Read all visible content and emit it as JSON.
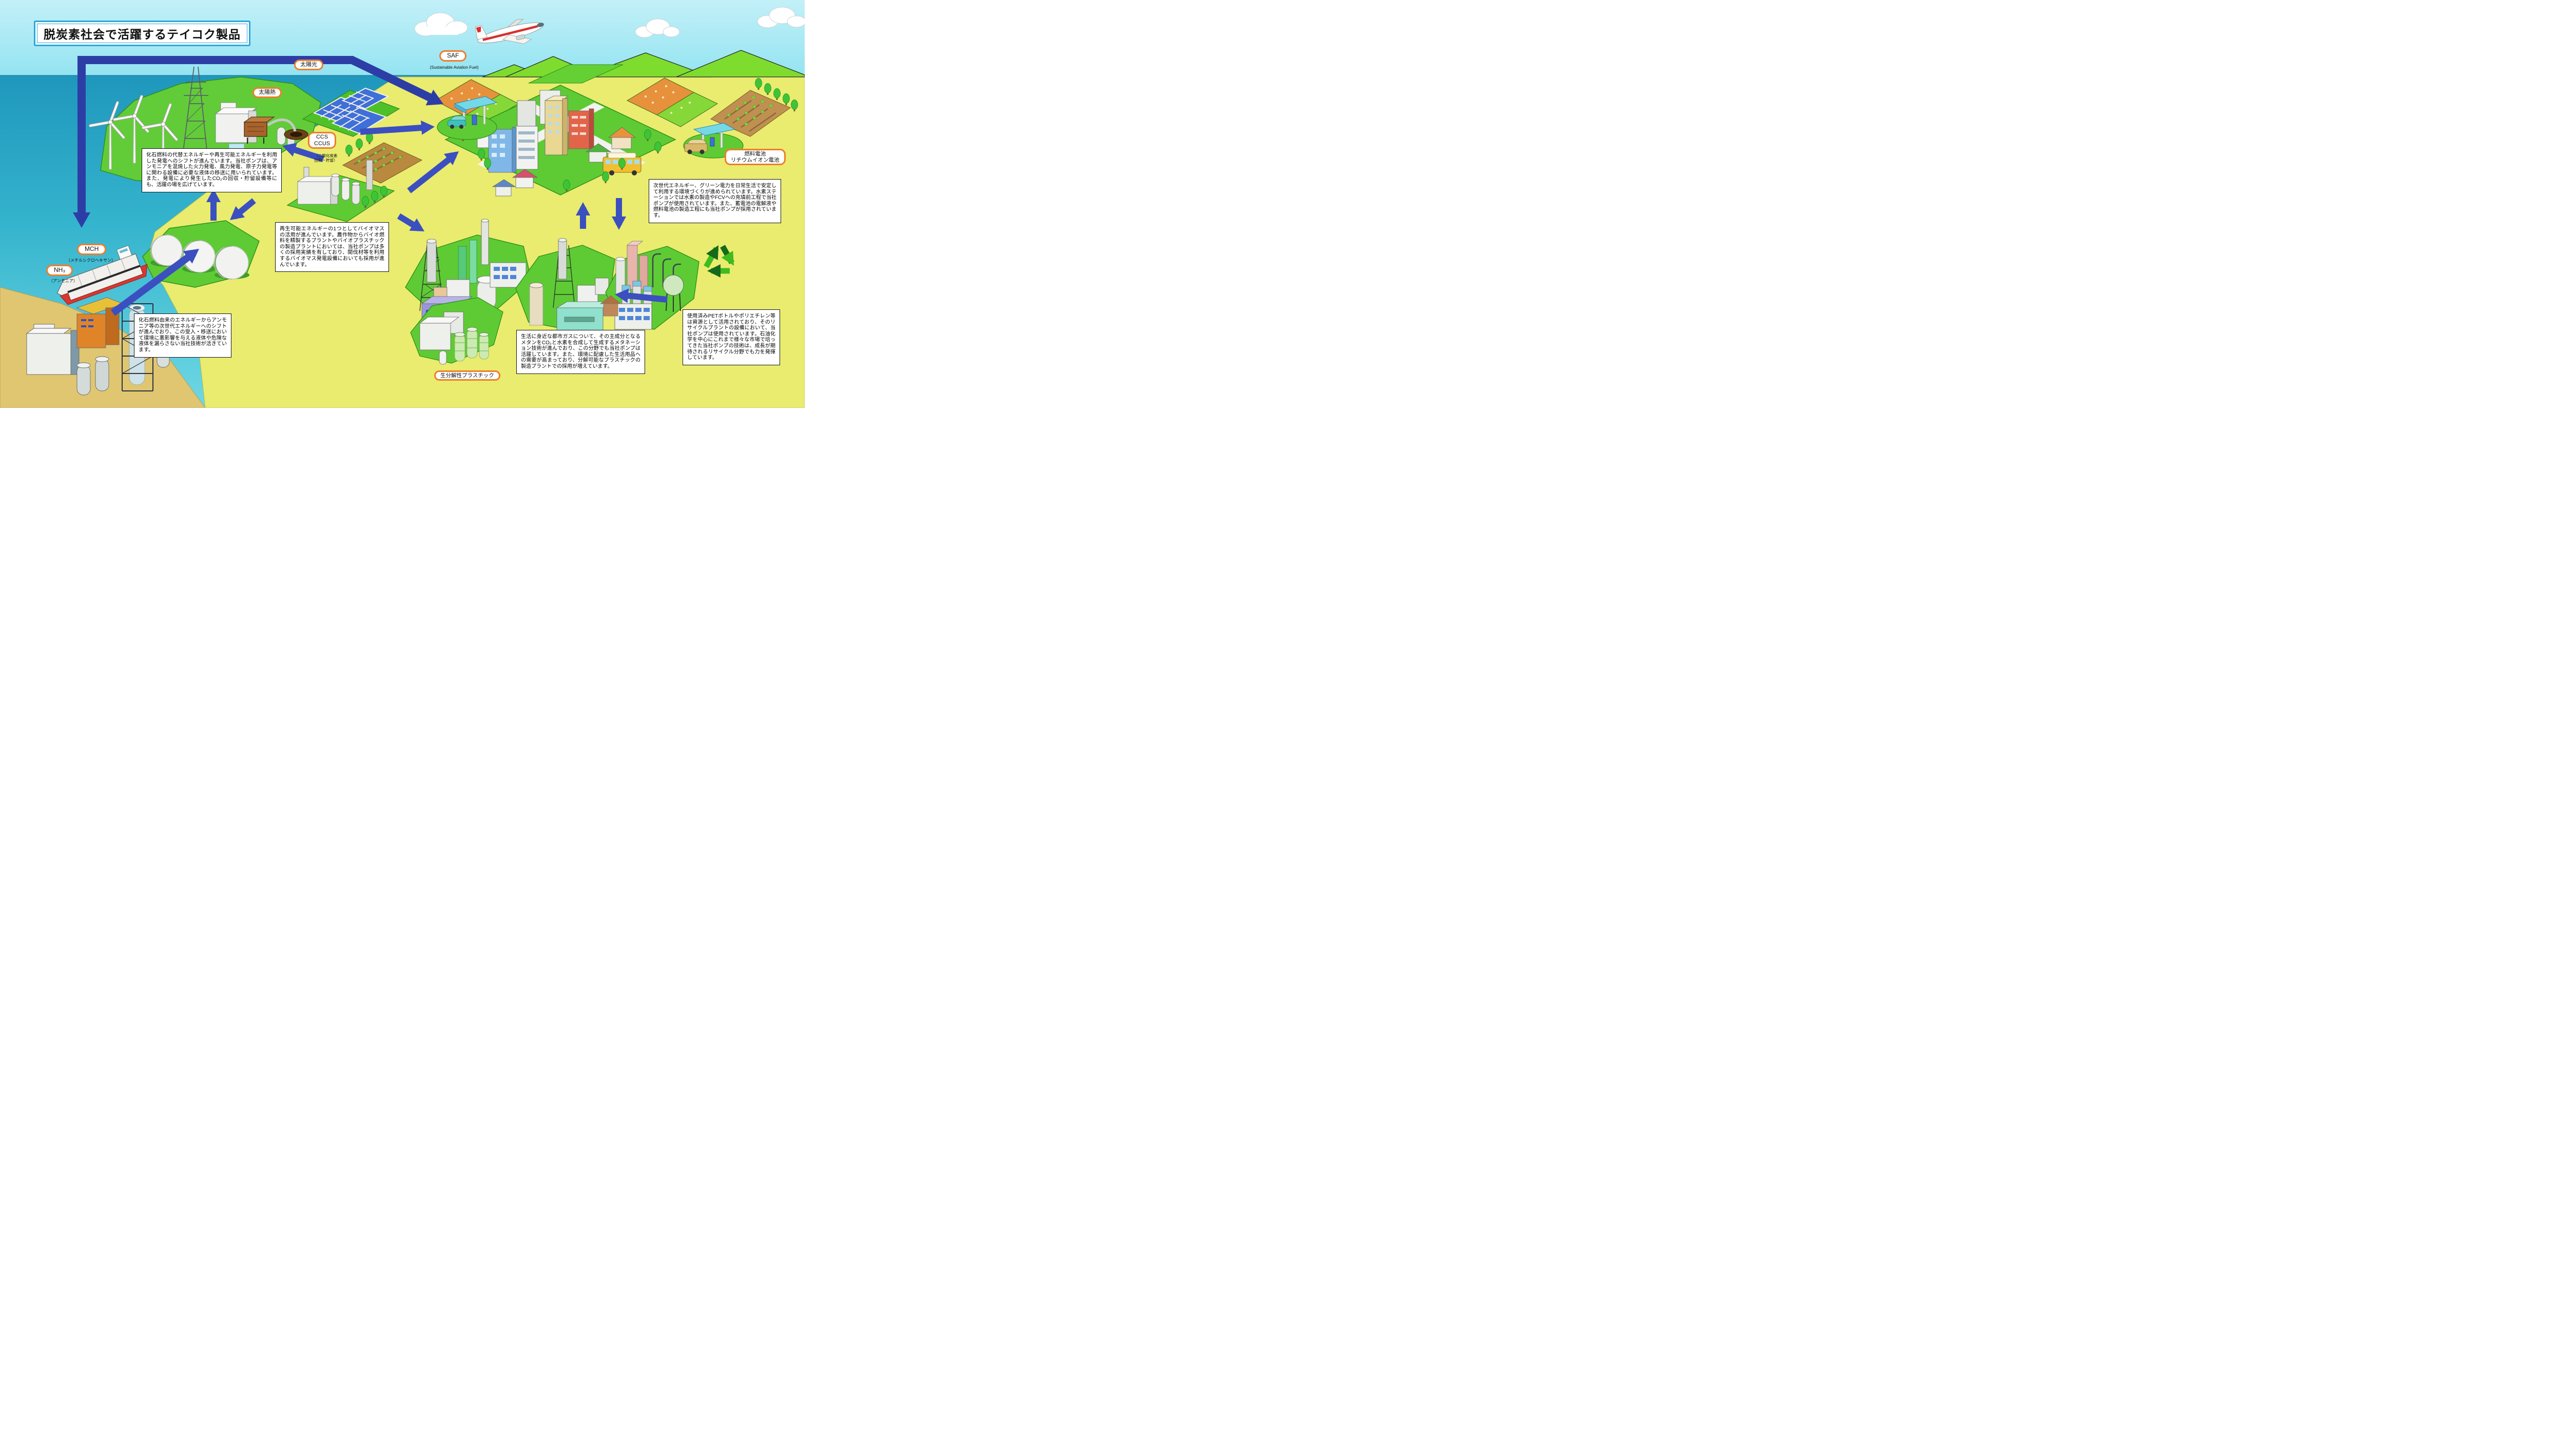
{
  "title": "脱炭素社会で活躍するテイコク製品",
  "labels": {
    "solar_pv": "太陽光",
    "solar_thermal": "太陽熱",
    "saf": "SAF",
    "saf_sub": "(Sustainable Aviation Fuel)",
    "ccs": "CCS",
    "ccus": "CCUS",
    "ccs_sub1": "（二酸化炭素",
    "ccs_sub2": "回収・貯留）",
    "mch": "MCH",
    "mch_sub": "（メチルシクロヘキサン）",
    "nh3": "NH₃",
    "nh3_sub": "（アンモニア）",
    "fuel_cell_line1": "燃料電池",
    "fuel_cell_line2": "リチウムイオン電池",
    "biodegradable": "生分解性プラスチック"
  },
  "notes": {
    "power_generation": "化石燃料の代替エネルギーや再生可能エネルギーを利用した発電へのシフトが進んでいます。当社ポンプは、アンモニアを混焼した火力発電、風力発電、原子力発電等に関わる設備に必要な液体の移送に用いられています。また、発電により発生したCO₂の回収・貯留設備等にも、活躍の場を広げています。",
    "biomass": "再生可能エネルギーの1つとしてバイオマスの活用が進んでいます。農作物からバイオ燃料を精製するプラントやバイオプラスチックの製造プラントにおいては、当社ポンプは多くの採用実績を有しており、間伐材等を利用するバイオマス発電設備においても採用が進んでいます。",
    "ammonia_shift": "化石燃料由来のエネルギーからアンモニア等の次世代エネルギーへのシフトが進んでおり、この受入・移送において環境に悪影響を与える液体や危険な液体を漏らさない当社技術が活きています。",
    "hydrogen_daily": "次世代エネルギー、グリーン電力を日常生活で安定して利用する環境づくりが進められています。水素ステーションでは水素の製造やFCVへの充填前工程で当社ポンプが使用されています。また、蓄電池の電解液や燃料電池の製造工程にも当社ポンプが採用されています。",
    "recycle": "使用済みPETボトルやポリエチレン等は資源として活用されており、そのリサイクルプラントの設備において、当社ポンプは使用されています。石油化学を中心にこれまで様々な市場で培ってきた当社ポンプの技術は、成長が期待されるリサイクル分野でも力を発揮しています。",
    "methanation": "生活に身近な都市ガスについて、その主成分となるメタンをCO₂と水素を合成して生成するメタネーション技術が進んでおり、この分野でも当社ポンプは活躍しています。また、環境に配慮した生活用品への需要が高まっており、分解可能なプラスチックの製造プラントでの採用が増えています。"
  },
  "accent_colors": {
    "label_border_orange": "#ef7d2a",
    "title_border_blue": "#2fa7d9",
    "arrow_blue": "#3b4fc0",
    "land_yellow": "#e9ec6e",
    "sea_teal": "#2ba4c6",
    "recycle_green_light": "#3fbb1f",
    "recycle_green_dark": "#15691a"
  },
  "icons": [
    "recycling-icon",
    "airplane-icon",
    "wind-turbine-icon",
    "solar-panel-icon"
  ]
}
